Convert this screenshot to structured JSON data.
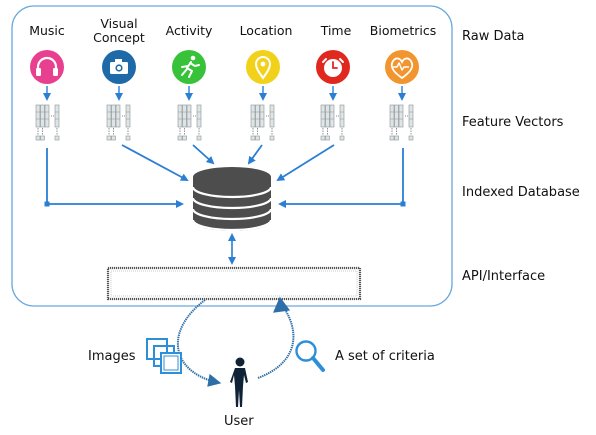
{
  "sources": [
    {
      "label": "Music",
      "icon": "headphones-icon",
      "color": "#e8408e"
    },
    {
      "label": "Visual\nConcept",
      "icon": "camera-icon",
      "color": "#1e6aa8"
    },
    {
      "label": "Activity",
      "icon": "running-person-icon",
      "color": "#37c23a"
    },
    {
      "label": "Location",
      "icon": "location-pin-icon",
      "color": "#f2d11b"
    },
    {
      "label": "Time",
      "icon": "clock-icon",
      "color": "#e0281e"
    },
    {
      "label": "Biometrics",
      "icon": "heart-pulse-icon",
      "color": "#f2952e"
    }
  ],
  "layers": {
    "raw_data": "Raw Data",
    "feature_vectors": "Feature Vectors",
    "indexed_database": "Indexed Database",
    "api_interface": "API/Interface"
  },
  "user_flow": {
    "images": "Images",
    "criteria": "A set of criteria",
    "user": "User"
  },
  "colors": {
    "arrow": "#2a7fd4",
    "frame": "#6aa8e0",
    "database": "#4d4d4d"
  }
}
